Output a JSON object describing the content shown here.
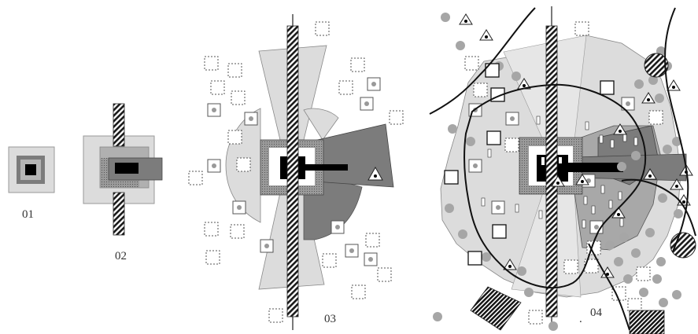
{
  "stages": [
    {
      "label": "01"
    },
    {
      "label": "02"
    },
    {
      "label": "03"
    },
    {
      "label": "04"
    }
  ],
  "colors": {
    "light": "#dcdcdc",
    "mid": "#b0b0b0",
    "dark": "#7c7c7c",
    "core": "#000000",
    "circle": "#a6a6a6",
    "stroke": "#222222"
  }
}
